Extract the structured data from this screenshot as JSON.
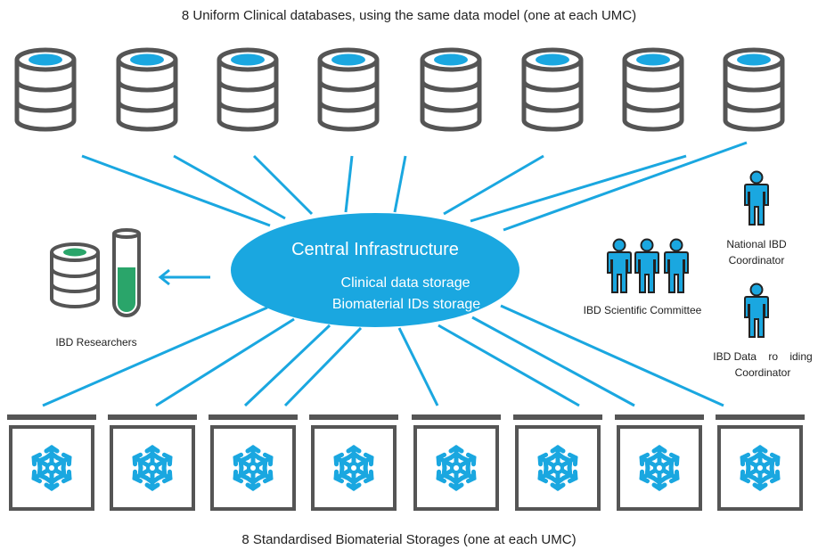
{
  "header": {
    "title": "8 Uniform Clinical databases, using the same data model (one at each UMC)"
  },
  "footer": {
    "title": "8 Standardised Biomaterial Storages (one at each UMC)"
  },
  "hub": {
    "title": "Central Infrastructure",
    "line1": "Clinical data storage",
    "line2": "Biomaterial IDs storage"
  },
  "researchers": {
    "label": "IBD Researchers"
  },
  "committee": {
    "label": "IBD Scientific Committee"
  },
  "national": {
    "line1": "National IBD",
    "line2": "Coordinator"
  },
  "data_coordinator": {
    "line1": "IBD Data    ro    iding",
    "line2": "Coordinator"
  },
  "databases": [
    {
      "id": 1
    },
    {
      "id": 2
    },
    {
      "id": 3
    },
    {
      "id": 4
    },
    {
      "id": 5
    },
    {
      "id": 6
    },
    {
      "id": 7
    },
    {
      "id": 8
    }
  ],
  "storages": [
    {
      "id": 1
    },
    {
      "id": 2
    },
    {
      "id": 3
    },
    {
      "id": 4
    },
    {
      "id": 5
    },
    {
      "id": 6
    },
    {
      "id": 7
    },
    {
      "id": 8
    }
  ],
  "colors": {
    "accent": "#1aa7e0",
    "outline": "#555555",
    "green": "#2aa56a",
    "line": "#1aa7e0"
  },
  "icons": {
    "database": "database-icon",
    "storage": "snowflake-icon",
    "person": "person-icon",
    "test_tube": "test-tube-icon",
    "arrow": "arrow-left-icon"
  }
}
